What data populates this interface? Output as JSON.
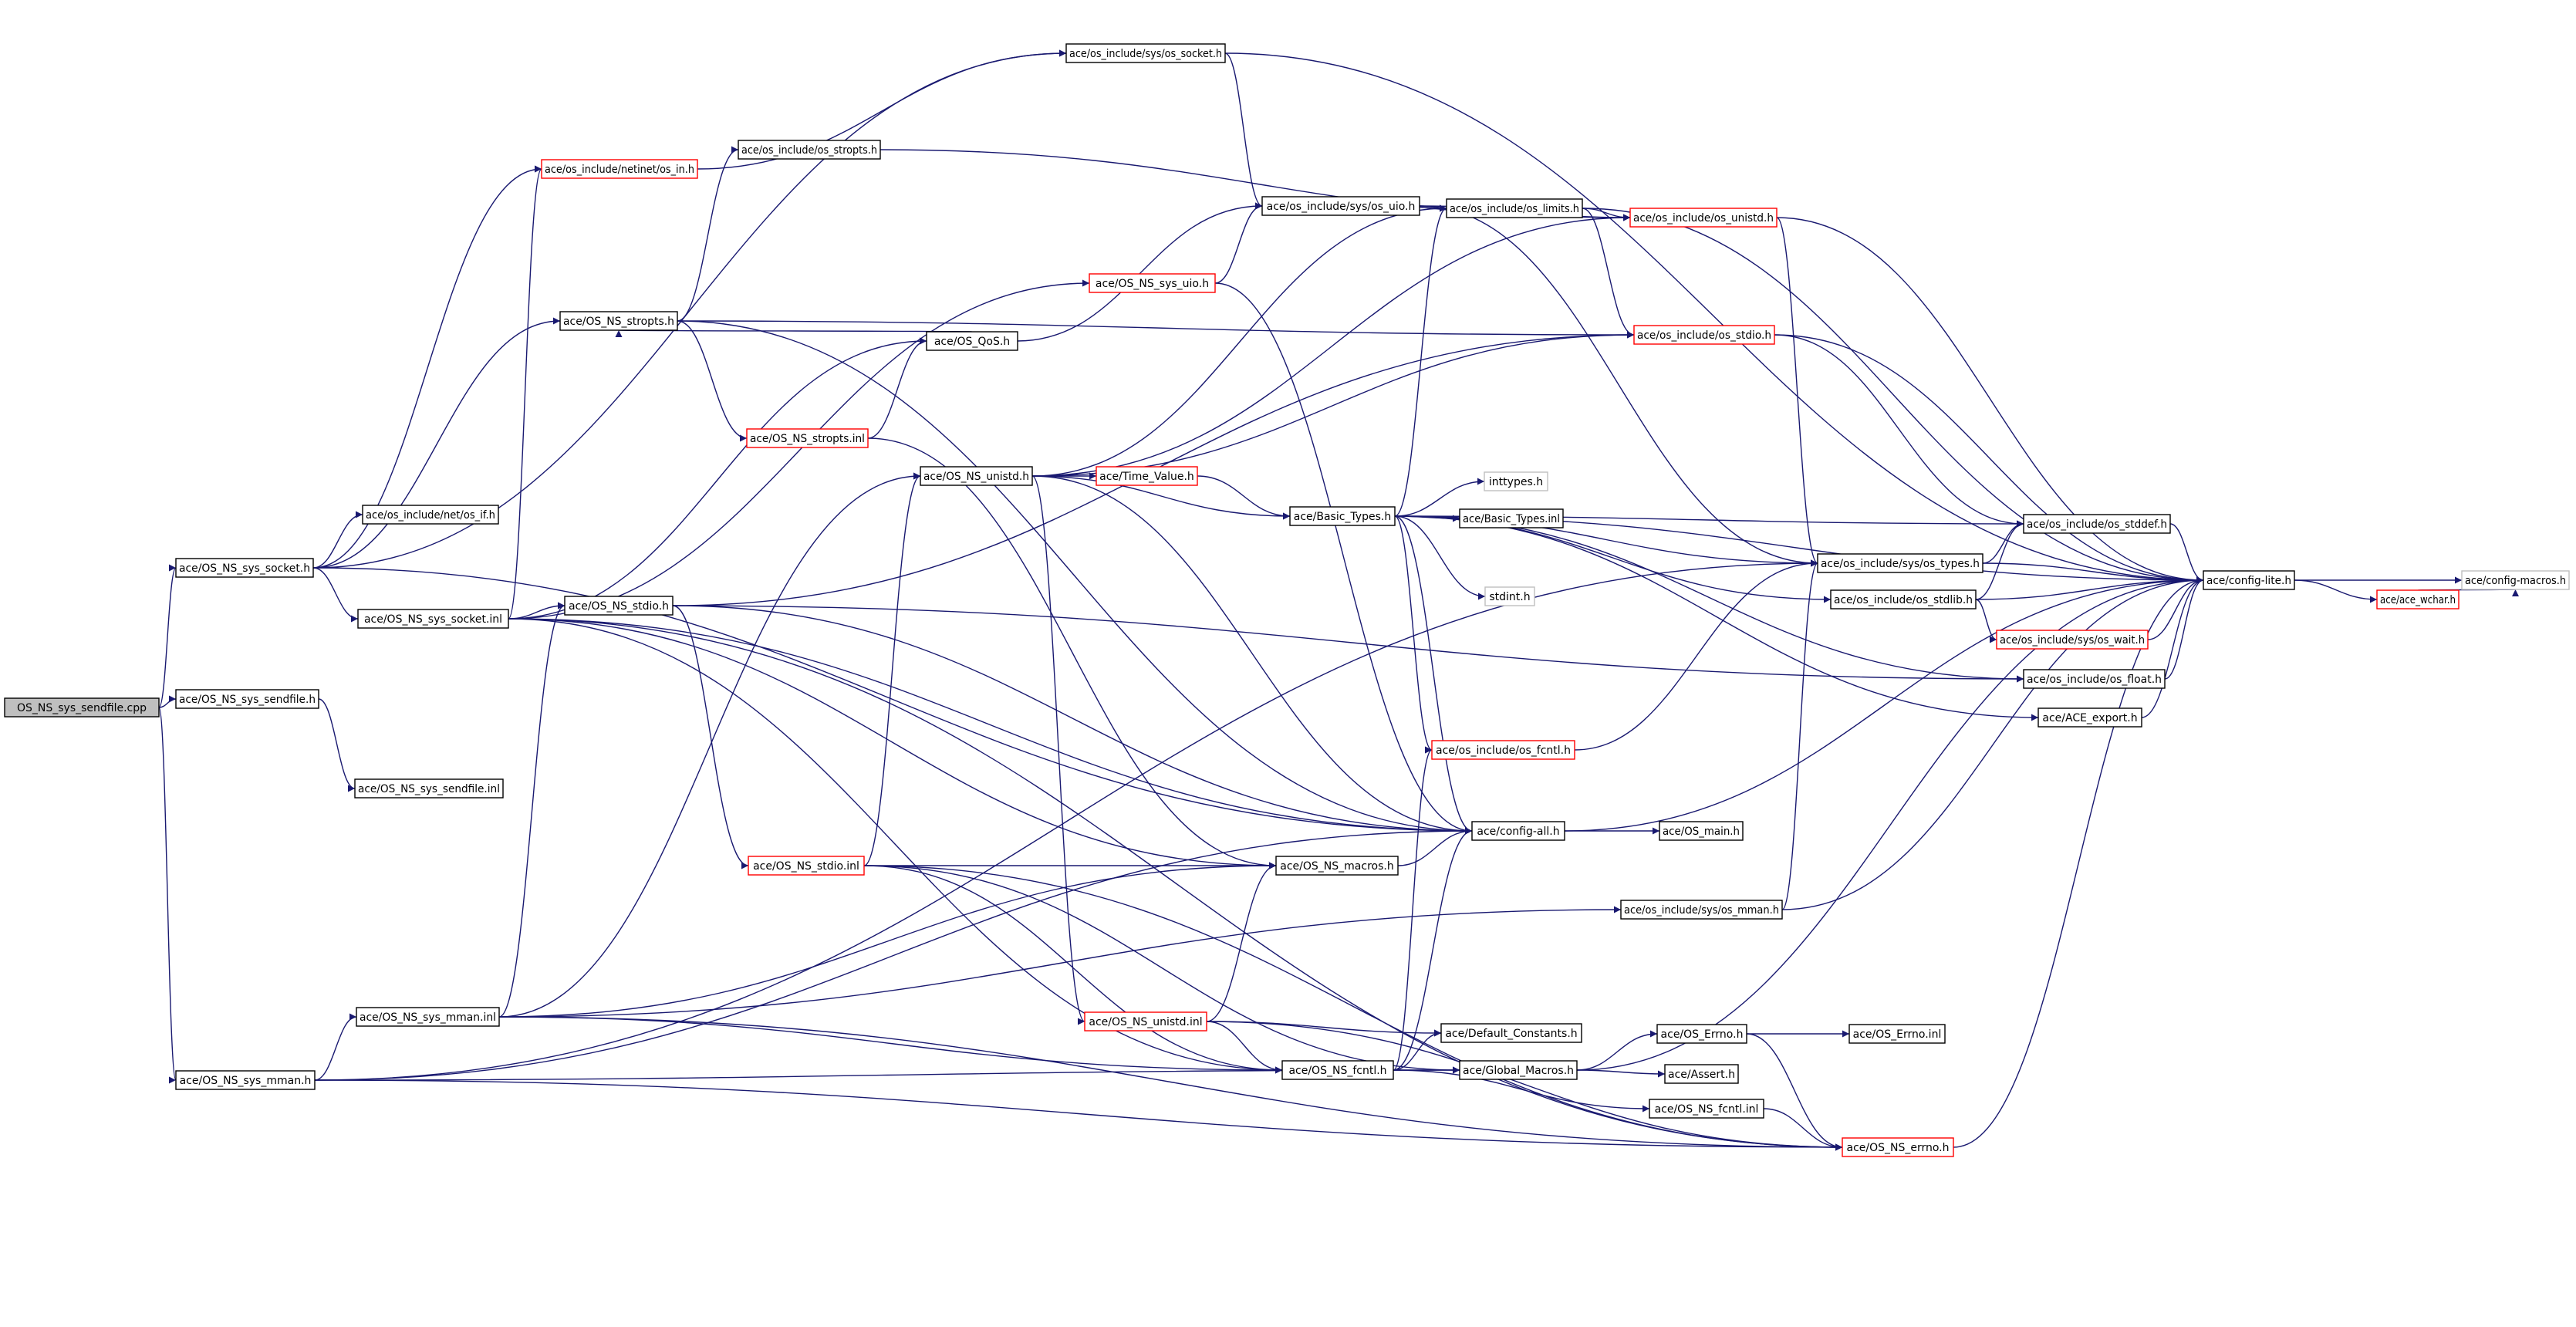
{
  "colors": {
    "edge": "#191970",
    "border_normal": "#000000",
    "border_truncated": "#ff0000",
    "border_leaf": "#bfbfbf",
    "root_fill": "#bfbfbf",
    "node_fill": "#ffffff"
  },
  "nodes": [
    {
      "id": "root",
      "label": "OS_NS_sys_sendfile.cpp",
      "style": "root"
    },
    {
      "id": "sys_socket_h",
      "label": "ace/OS_NS_sys_socket.h",
      "style": "normal"
    },
    {
      "id": "sys_sendfile_h",
      "label": "ace/OS_NS_sys_sendfile.h",
      "style": "normal"
    },
    {
      "id": "sys_mman_h",
      "label": "ace/OS_NS_sys_mman.h",
      "style": "normal"
    },
    {
      "id": "netinet_os_in_h",
      "label": "ace/os_include/netinet/os_in.h",
      "style": "truncated"
    },
    {
      "id": "os_ns_stropts_h",
      "label": "ace/OS_NS_stropts.h",
      "style": "normal"
    },
    {
      "id": "net_os_if_h",
      "label": "ace/os_include/net/os_if.h",
      "style": "normal"
    },
    {
      "id": "sys_socket_inl",
      "label": "ace/OS_NS_sys_socket.inl",
      "style": "normal"
    },
    {
      "id": "sys_sendfile_inl",
      "label": "ace/OS_NS_sys_sendfile.inl",
      "style": "normal"
    },
    {
      "id": "sys_mman_inl",
      "label": "ace/OS_NS_sys_mman.inl",
      "style": "normal"
    },
    {
      "id": "sys_os_socket_h",
      "label": "ace/os_include/sys/os_socket.h",
      "style": "normal"
    },
    {
      "id": "os_stropts_h",
      "label": "ace/os_include/os_stropts.h",
      "style": "normal"
    },
    {
      "id": "os_ns_stdio_h",
      "label": "ace/OS_NS_stdio.h",
      "style": "normal"
    },
    {
      "id": "os_ns_stdio_inl",
      "label": "ace/OS_NS_stdio.inl",
      "style": "truncated"
    },
    {
      "id": "os_ns_stropts_inl",
      "label": "ace/OS_NS_stropts.inl",
      "style": "truncated"
    },
    {
      "id": "os_ns_unistd_h",
      "label": "ace/OS_NS_unistd.h",
      "style": "normal"
    },
    {
      "id": "os_qos_h",
      "label": "ace/OS_QoS.h",
      "style": "normal"
    },
    {
      "id": "os_ns_sys_uio_h",
      "label": "ace/OS_NS_sys_uio.h",
      "style": "truncated"
    },
    {
      "id": "sys_os_uio_h",
      "label": "ace/os_include/sys/os_uio.h",
      "style": "normal"
    },
    {
      "id": "time_value_h",
      "label": "ace/Time_Value.h",
      "style": "truncated"
    },
    {
      "id": "os_ns_macros_h",
      "label": "ace/OS_NS_macros.h",
      "style": "normal"
    },
    {
      "id": "os_ns_unistd_inl",
      "label": "ace/OS_NS_unistd.inl",
      "style": "truncated"
    },
    {
      "id": "os_limits_h",
      "label": "ace/os_include/os_limits.h",
      "style": "normal"
    },
    {
      "id": "basic_types_h",
      "label": "ace/Basic_Types.h",
      "style": "normal"
    },
    {
      "id": "os_ns_fcntl_h",
      "label": "ace/OS_NS_fcntl.h",
      "style": "normal"
    },
    {
      "id": "inttypes_h",
      "label": "inttypes.h",
      "style": "leaf"
    },
    {
      "id": "basic_types_inl",
      "label": "ace/Basic_Types.inl",
      "style": "normal"
    },
    {
      "id": "stdint_h",
      "label": "stdint.h",
      "style": "leaf"
    },
    {
      "id": "os_include_os_fcntl_h",
      "label": "ace/os_include/os_fcntl.h",
      "style": "truncated"
    },
    {
      "id": "config_all_h",
      "label": "ace/config-all.h",
      "style": "normal"
    },
    {
      "id": "default_constants_h",
      "label": "ace/Default_Constants.h",
      "style": "normal"
    },
    {
      "id": "global_macros_h",
      "label": "ace/Global_Macros.h",
      "style": "normal"
    },
    {
      "id": "os_include_os_unistd_h",
      "label": "ace/os_include/os_unistd.h",
      "style": "truncated"
    },
    {
      "id": "os_include_os_stdio_h",
      "label": "ace/os_include/os_stdio.h",
      "style": "truncated"
    },
    {
      "id": "sys_os_types_h",
      "label": "ace/os_include/sys/os_types.h",
      "style": "normal"
    },
    {
      "id": "os_stdlib_h",
      "label": "ace/os_include/os_stdlib.h",
      "style": "normal"
    },
    {
      "id": "os_main_h",
      "label": "ace/OS_main.h",
      "style": "normal"
    },
    {
      "id": "sys_os_mman_h",
      "label": "ace/os_include/sys/os_mman.h",
      "style": "normal"
    },
    {
      "id": "os_errno_h",
      "label": "ace/OS_Errno.h",
      "style": "normal"
    },
    {
      "id": "assert_h",
      "label": "ace/Assert.h",
      "style": "normal"
    },
    {
      "id": "os_ns_fcntl_inl",
      "label": "ace/OS_NS_fcntl.inl",
      "style": "normal"
    },
    {
      "id": "os_ns_errno_h",
      "label": "ace/OS_NS_errno.h",
      "style": "truncated"
    },
    {
      "id": "os_stddef_h",
      "label": "ace/os_include/os_stddef.h",
      "style": "normal"
    },
    {
      "id": "sys_os_wait_h",
      "label": "ace/os_include/sys/os_wait.h",
      "style": "truncated"
    },
    {
      "id": "os_float_h",
      "label": "ace/os_include/os_float.h",
      "style": "normal"
    },
    {
      "id": "ace_export_h",
      "label": "ace/ACE_export.h",
      "style": "normal"
    },
    {
      "id": "os_errno_inl",
      "label": "ace/OS_Errno.inl",
      "style": "normal"
    },
    {
      "id": "config_lite_h",
      "label": "ace/config-lite.h",
      "style": "normal"
    },
    {
      "id": "ace_wchar_h",
      "label": "ace/ace_wchar.h",
      "style": "truncated"
    },
    {
      "id": "config_macros_h",
      "label": "ace/config-macros.h",
      "style": "leaf"
    }
  ],
  "edges": [
    [
      "root",
      "sys_socket_h"
    ],
    [
      "root",
      "sys_sendfile_h"
    ],
    [
      "root",
      "sys_mman_h"
    ],
    [
      "sys_socket_h",
      "sys_os_socket_h"
    ],
    [
      "sys_socket_h",
      "netinet_os_in_h"
    ],
    [
      "sys_socket_h",
      "os_ns_stropts_h"
    ],
    [
      "sys_socket_h",
      "net_os_if_h"
    ],
    [
      "sys_socket_h",
      "sys_socket_inl"
    ],
    [
      "sys_socket_h",
      "config_all_h"
    ],
    [
      "sys_sendfile_h",
      "sys_sendfile_inl"
    ],
    [
      "sys_mman_h",
      "sys_mman_inl"
    ],
    [
      "sys_mman_h",
      "sys_os_types_h"
    ],
    [
      "sys_mman_h",
      "config_all_h"
    ],
    [
      "sys_mman_h",
      "global_macros_h"
    ],
    [
      "sys_mman_h",
      "os_ns_errno_h"
    ],
    [
      "netinet_os_in_h",
      "sys_os_socket_h"
    ],
    [
      "os_ns_stropts_h",
      "os_stropts_h"
    ],
    [
      "os_ns_stropts_h",
      "os_ns_stropts_inl"
    ],
    [
      "os_ns_stropts_h",
      "os_include_os_stdio_h"
    ],
    [
      "os_ns_stropts_h",
      "config_all_h"
    ],
    [
      "sys_socket_inl",
      "os_ns_stdio_h"
    ],
    [
      "sys_socket_inl",
      "os_ns_macros_h"
    ],
    [
      "sys_socket_inl",
      "os_ns_sys_uio_h"
    ],
    [
      "sys_socket_inl",
      "os_qos_h"
    ],
    [
      "sys_socket_inl",
      "netinet_os_in_h"
    ],
    [
      "sys_socket_inl",
      "os_ns_errno_h"
    ],
    [
      "sys_socket_inl",
      "os_ns_fcntl_h"
    ],
    [
      "sys_socket_inl",
      "config_all_h"
    ],
    [
      "sys_mman_inl",
      "os_ns_macros_h"
    ],
    [
      "sys_mman_inl",
      "os_ns_fcntl_h"
    ],
    [
      "sys_mman_inl",
      "os_ns_unistd_h"
    ],
    [
      "sys_mman_inl",
      "os_ns_stdio_h"
    ],
    [
      "sys_mman_inl",
      "os_ns_errno_h"
    ],
    [
      "sys_mman_inl",
      "sys_os_mman_h"
    ],
    [
      "sys_os_socket_h",
      "sys_os_uio_h"
    ],
    [
      "sys_os_socket_h",
      "config_lite_h"
    ],
    [
      "os_stropts_h",
      "os_include_os_unistd_h"
    ],
    [
      "os_ns_stdio_h",
      "os_ns_stdio_inl"
    ],
    [
      "os_ns_stdio_h",
      "config_all_h"
    ],
    [
      "os_ns_stdio_h",
      "os_include_os_stdio_h"
    ],
    [
      "os_ns_stdio_h",
      "os_float_h"
    ],
    [
      "os_ns_stdio_inl",
      "os_ns_unistd_h"
    ],
    [
      "os_ns_stdio_inl",
      "os_ns_macros_h"
    ],
    [
      "os_ns_stdio_inl",
      "os_ns_fcntl_h"
    ],
    [
      "os_ns_stdio_inl",
      "global_macros_h"
    ],
    [
      "os_ns_stdio_inl",
      "os_ns_errno_h"
    ],
    [
      "os_ns_stropts_inl",
      "os_qos_h"
    ],
    [
      "os_ns_stropts_inl",
      "os_ns_macros_h"
    ],
    [
      "os_ns_unistd_h",
      "time_value_h"
    ],
    [
      "os_ns_unistd_h",
      "basic_types_h"
    ],
    [
      "os_ns_unistd_h",
      "os_ns_unistd_inl"
    ],
    [
      "os_ns_unistd_h",
      "os_limits_h"
    ],
    [
      "os_ns_unistd_h",
      "config_all_h"
    ],
    [
      "os_ns_unistd_h",
      "os_include_os_unistd_h"
    ],
    [
      "os_ns_unistd_h",
      "os_include_os_stdio_h"
    ],
    [
      "os_qos_h",
      "os_ns_stropts_h"
    ],
    [
      "os_qos_h",
      "sys_os_uio_h"
    ],
    [
      "os_ns_sys_uio_h",
      "sys_os_uio_h"
    ],
    [
      "os_ns_sys_uio_h",
      "config_all_h"
    ],
    [
      "sys_os_uio_h",
      "os_limits_h"
    ],
    [
      "sys_os_uio_h",
      "os_include_os_unistd_h"
    ],
    [
      "sys_os_uio_h",
      "sys_os_types_h"
    ],
    [
      "time_value_h",
      "basic_types_h"
    ],
    [
      "os_ns_macros_h",
      "config_all_h"
    ],
    [
      "os_ns_unistd_inl",
      "os_ns_macros_h"
    ],
    [
      "os_ns_unistd_inl",
      "os_ns_fcntl_h"
    ],
    [
      "os_ns_unistd_inl",
      "default_constants_h"
    ],
    [
      "os_ns_unistd_inl",
      "os_ns_errno_h"
    ],
    [
      "os_limits_h",
      "os_include_os_unistd_h"
    ],
    [
      "os_limits_h",
      "os_include_os_stdio_h"
    ],
    [
      "os_limits_h",
      "config_lite_h"
    ],
    [
      "basic_types_h",
      "inttypes_h"
    ],
    [
      "basic_types_h",
      "basic_types_inl"
    ],
    [
      "basic_types_h",
      "stdint_h"
    ],
    [
      "basic_types_h",
      "sys_os_types_h"
    ],
    [
      "basic_types_h",
      "os_stdlib_h"
    ],
    [
      "basic_types_h",
      "os_float_h"
    ],
    [
      "basic_types_h",
      "ace_export_h"
    ],
    [
      "basic_types_h",
      "os_stddef_h"
    ],
    [
      "basic_types_h",
      "config_lite_h"
    ],
    [
      "basic_types_h",
      "os_limits_h"
    ],
    [
      "basic_types_h",
      "os_include_os_fcntl_h"
    ],
    [
      "basic_types_h",
      "config_all_h"
    ],
    [
      "os_ns_fcntl_h",
      "config_all_h"
    ],
    [
      "os_ns_fcntl_h",
      "default_constants_h"
    ],
    [
      "os_ns_fcntl_h",
      "global_macros_h"
    ],
    [
      "os_ns_fcntl_h",
      "os_ns_fcntl_inl"
    ],
    [
      "os_ns_fcntl_h",
      "os_include_os_fcntl_h"
    ],
    [
      "os_include_os_fcntl_h",
      "sys_os_types_h"
    ],
    [
      "config_all_h",
      "os_main_h"
    ],
    [
      "config_all_h",
      "config_lite_h"
    ],
    [
      "global_macros_h",
      "os_errno_h"
    ],
    [
      "global_macros_h",
      "assert_h"
    ],
    [
      "global_macros_h",
      "config_lite_h"
    ],
    [
      "os_errno_h",
      "os_errno_inl"
    ],
    [
      "os_errno_h",
      "os_ns_errno_h"
    ],
    [
      "os_ns_fcntl_inl",
      "os_ns_errno_h"
    ],
    [
      "os_ns_errno_h",
      "config_lite_h"
    ],
    [
      "os_include_os_unistd_h",
      "sys_os_types_h"
    ],
    [
      "os_include_os_unistd_h",
      "config_lite_h"
    ],
    [
      "os_include_os_stdio_h",
      "os_stddef_h"
    ],
    [
      "os_include_os_stdio_h",
      "config_lite_h"
    ],
    [
      "sys_os_types_h",
      "os_stddef_h"
    ],
    [
      "sys_os_types_h",
      "config_lite_h"
    ],
    [
      "os_stdlib_h",
      "sys_os_wait_h"
    ],
    [
      "os_stdlib_h",
      "os_stddef_h"
    ],
    [
      "os_stdlib_h",
      "config_lite_h"
    ],
    [
      "sys_os_mman_h",
      "sys_os_types_h"
    ],
    [
      "sys_os_mman_h",
      "config_lite_h"
    ],
    [
      "os_stddef_h",
      "config_lite_h"
    ],
    [
      "sys_os_wait_h",
      "config_lite_h"
    ],
    [
      "os_float_h",
      "config_lite_h"
    ],
    [
      "ace_export_h",
      "config_lite_h"
    ],
    [
      "config_lite_h",
      "ace_wchar_h"
    ],
    [
      "config_lite_h",
      "config_macros_h"
    ],
    [
      "ace_wchar_h",
      "config_macros_h"
    ]
  ]
}
